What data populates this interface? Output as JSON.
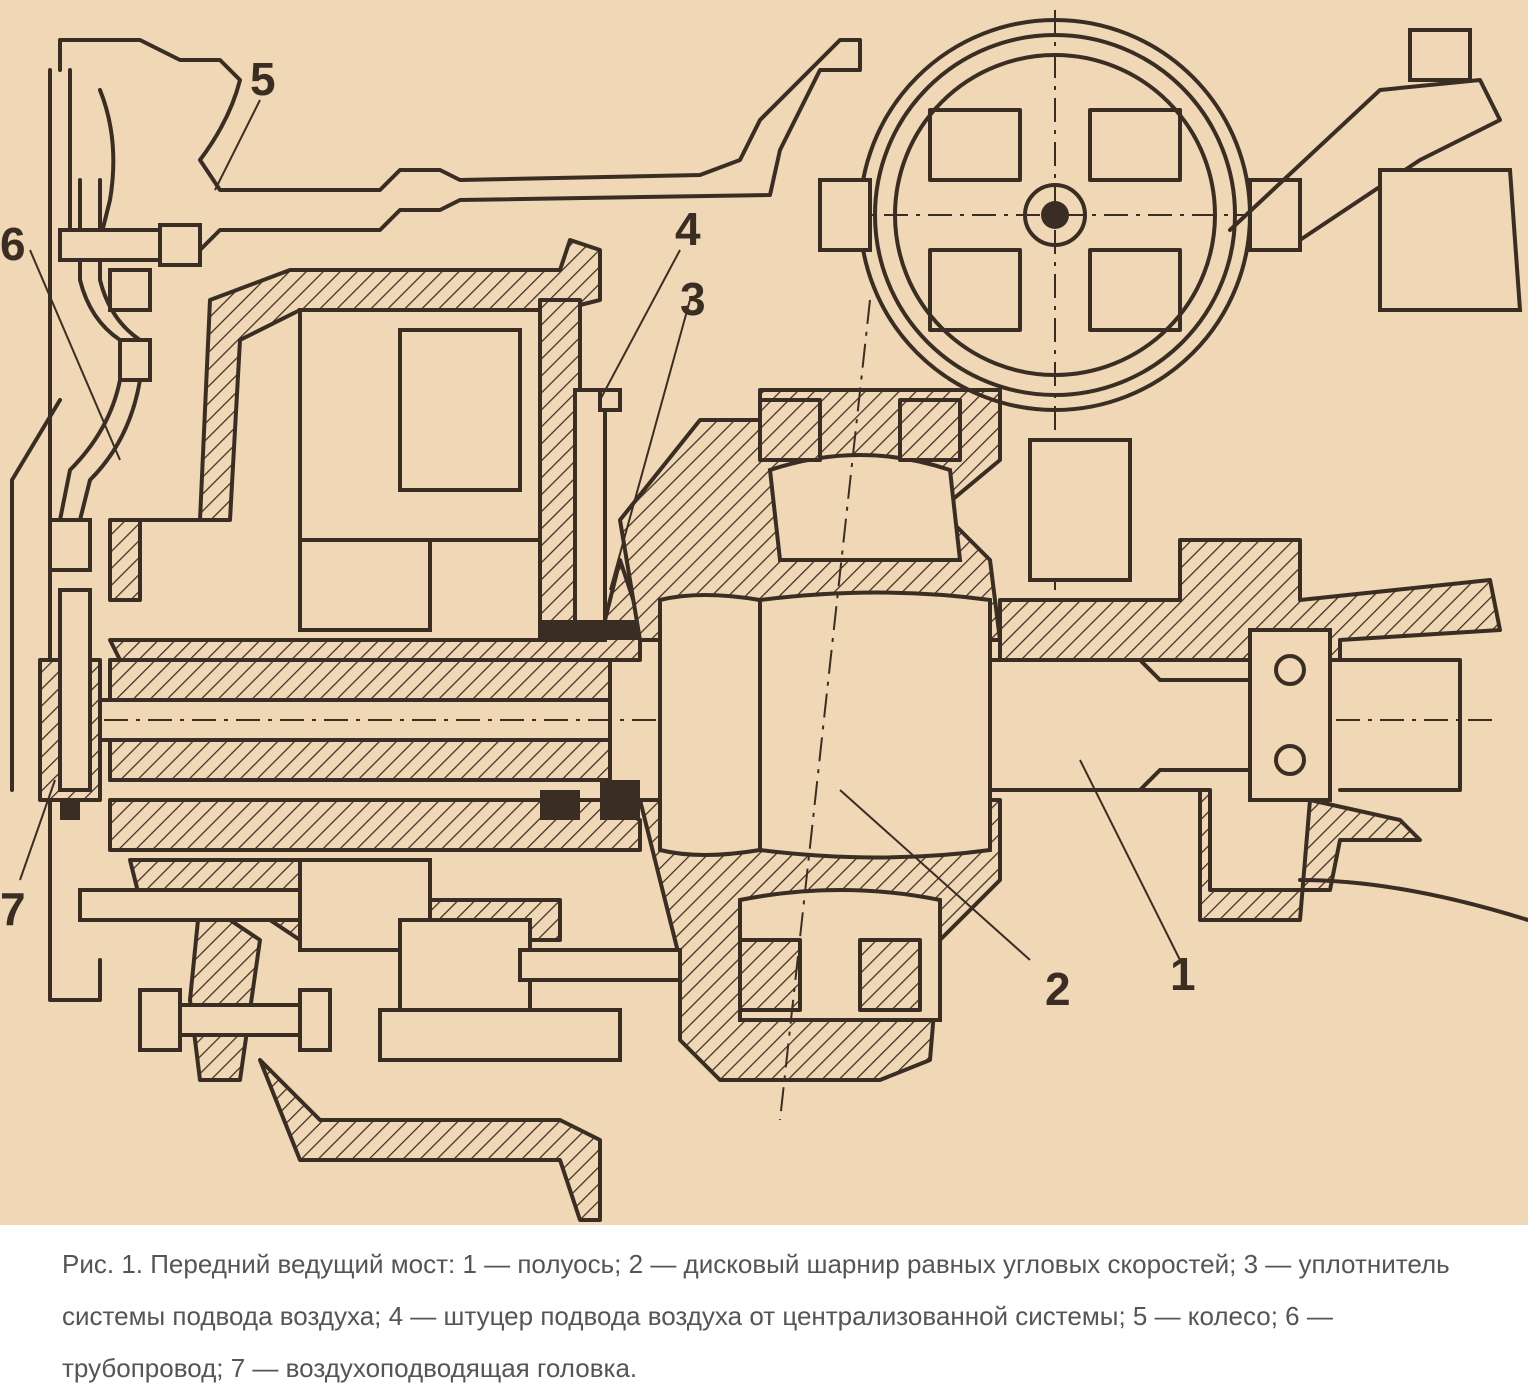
{
  "figure": {
    "labels": {
      "l1": "1",
      "l2": "2",
      "l3": "3",
      "l4": "4",
      "l5": "5",
      "l6": "6",
      "l7": "7"
    }
  },
  "caption": "Рис. 1. Передний ведущий мост: 1 — полуось; 2 — дисковый шарнир равных угловых скоростей; 3 — уплотнитель системы подвода воздуха; 4 — штуцер подвода воздуха от централизованной системы; 5 — колесо; 6 — трубопровод; 7 — воздухоподводящая головка."
}
